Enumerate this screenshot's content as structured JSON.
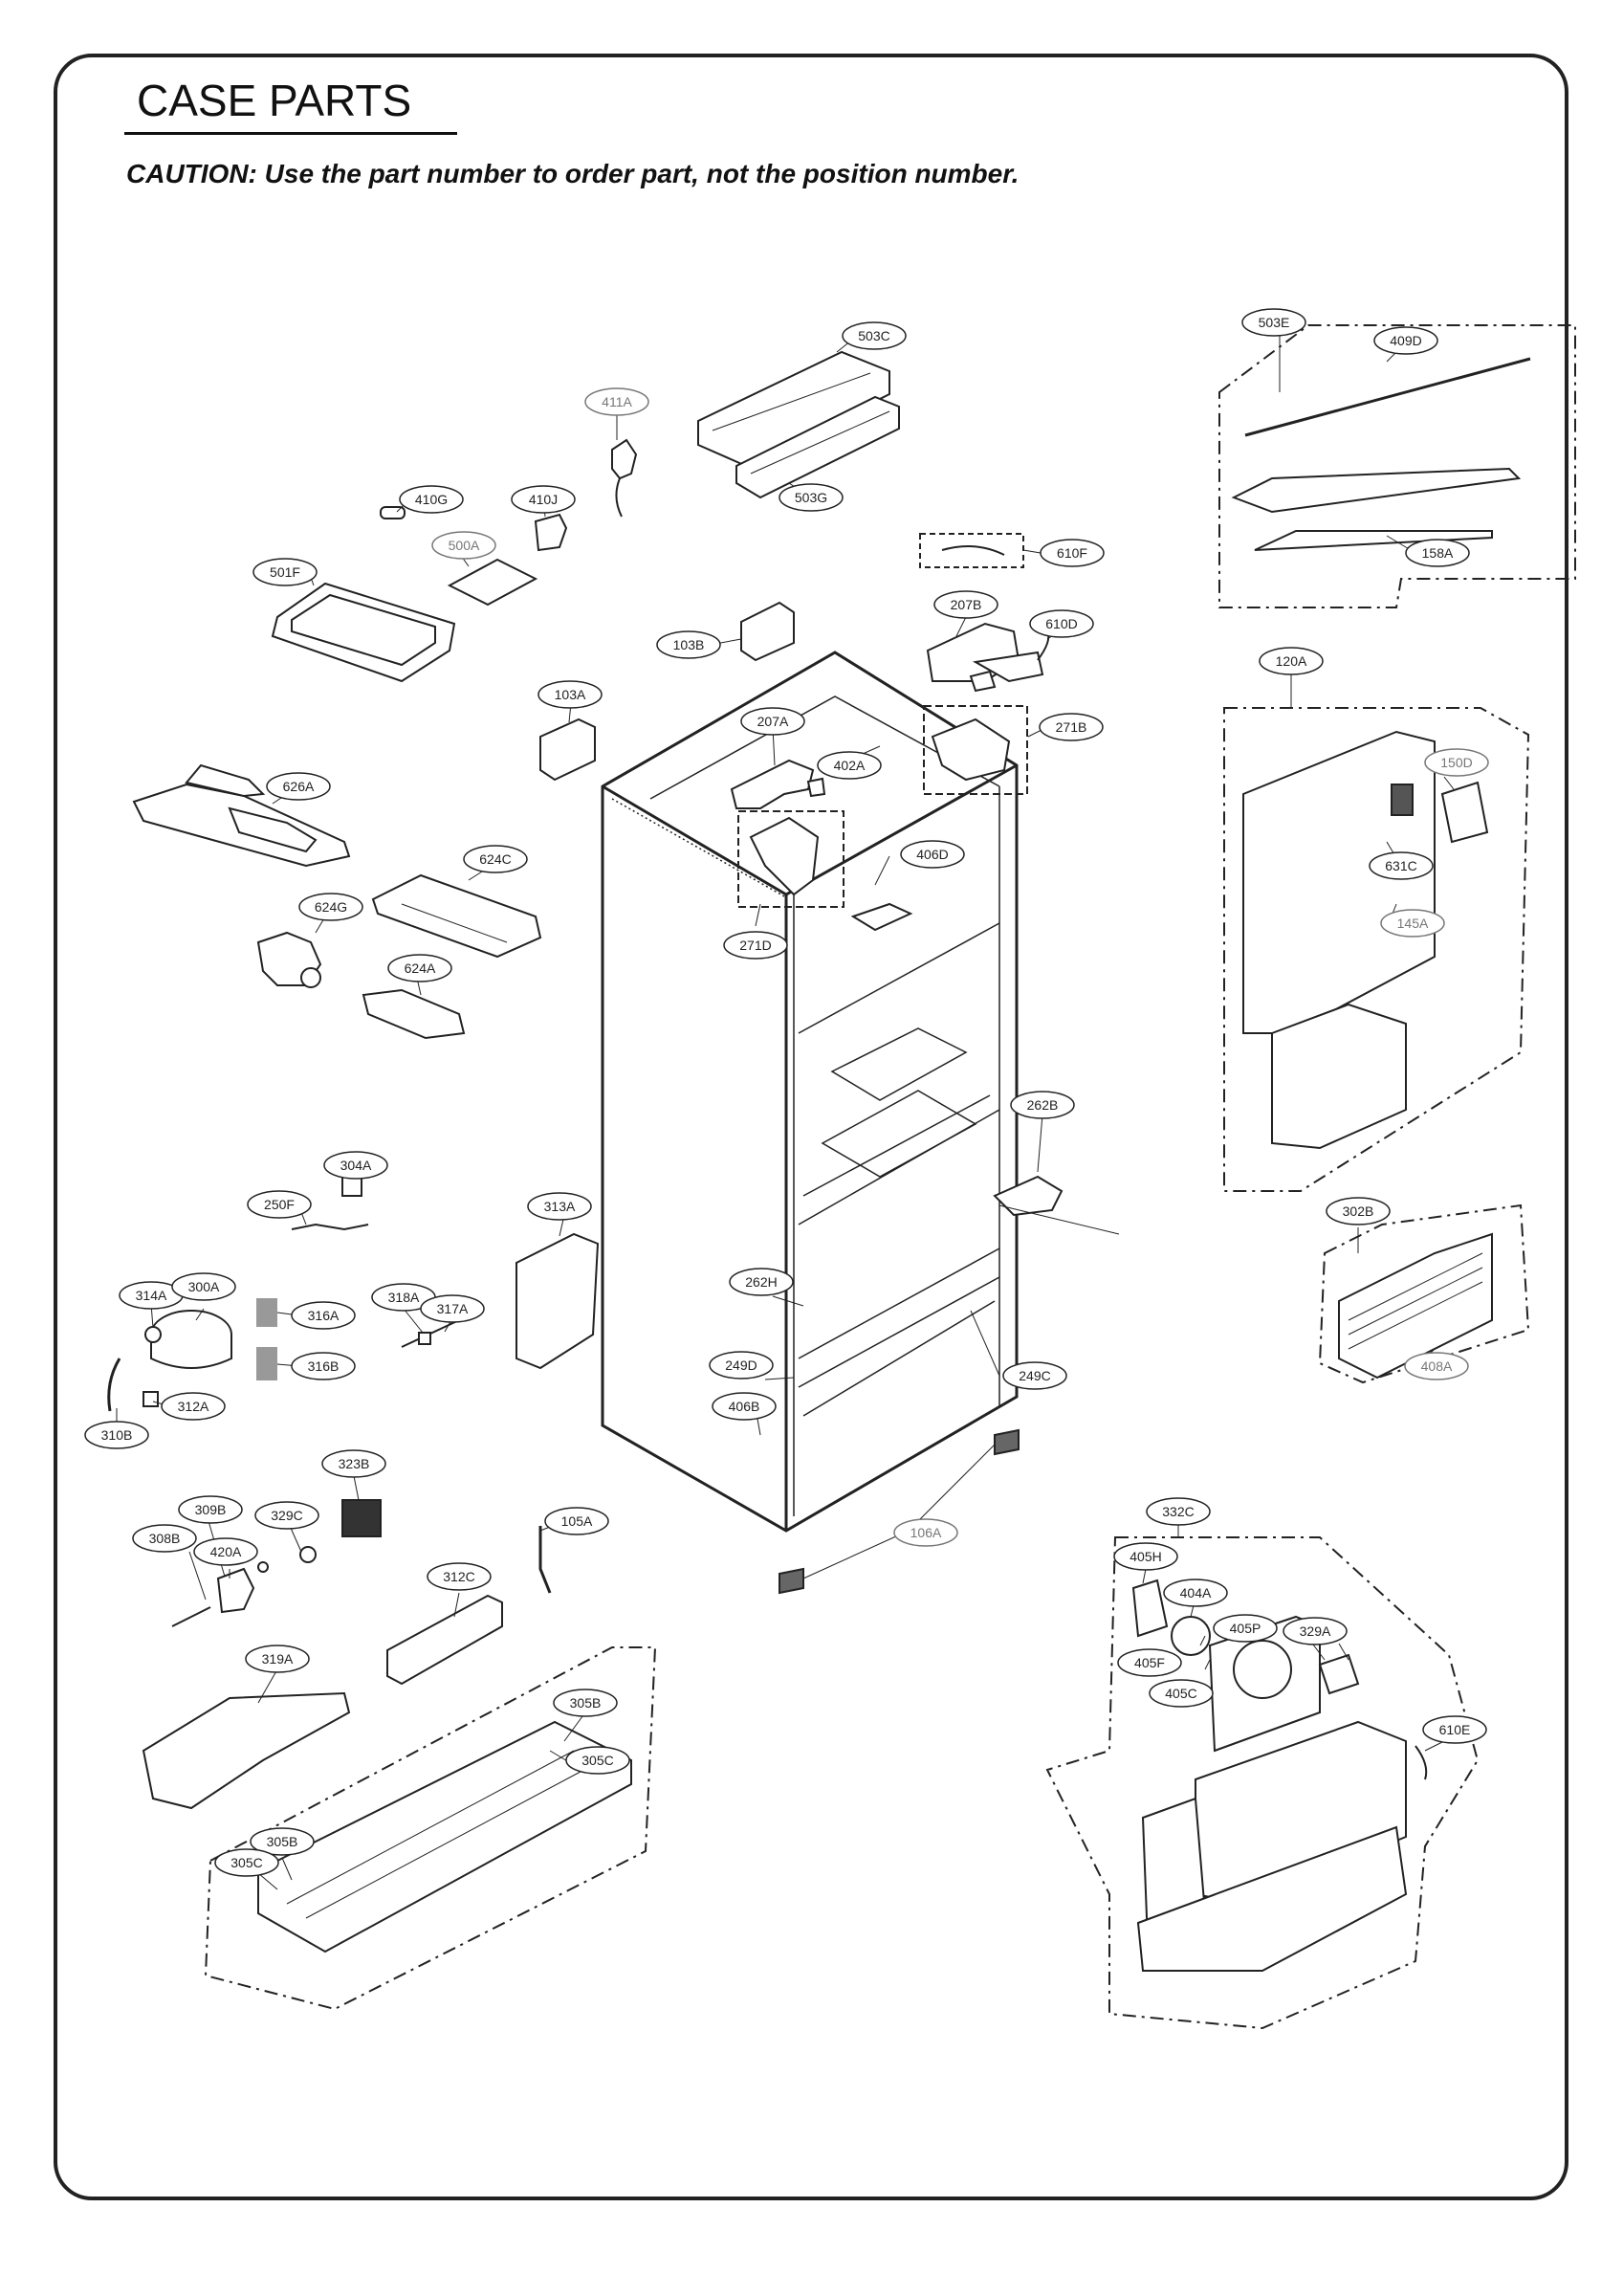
{
  "page": {
    "title": "CASE PARTS",
    "caution": "CAUTION: Use the part number to order part, not the position number."
  },
  "labels": {
    "p503C": "503C",
    "p503G": "503G",
    "p411A": "411A",
    "p410G": "410G",
    "p410J": "410J",
    "p500A": "500A",
    "p501F": "501F",
    "p103B": "103B",
    "p103A": "103A",
    "p610F": "610F",
    "p207B": "207B",
    "p610D": "610D",
    "p207A": "207A",
    "p402A": "402A",
    "p271B": "271B",
    "p406D": "406D",
    "p271D": "271D",
    "p626A": "626A",
    "p624C": "624C",
    "p624G": "624G",
    "p624A": "624A",
    "p503E": "503E",
    "p409D": "409D",
    "p158A": "158A",
    "p120A": "120A",
    "p150D": "150D",
    "p631C": "631C",
    "p145A": "145A",
    "p262B": "262B",
    "p302B": "302B",
    "p408A": "408A",
    "p304A": "304A",
    "p250F": "250F",
    "p313A": "313A",
    "p314A": "314A",
    "p300A": "300A",
    "p316A": "316A",
    "p318A": "318A",
    "p317A": "317A",
    "p316B": "316B",
    "p312A": "312A",
    "p310B": "310B",
    "p262H": "262H",
    "p249D": "249D",
    "p249C": "249C",
    "p406B": "406B",
    "p323B": "323B",
    "p309B": "309B",
    "p329C": "329C",
    "p308B": "308B",
    "p420A": "420A",
    "p105A": "105A",
    "p106A": "106A",
    "p312C": "312C",
    "p319A": "319A",
    "p305B": "305B",
    "p305C": "305C",
    "p305B2": "305B",
    "p305C2": "305C",
    "p332C": "332C",
    "p405H": "405H",
    "p404A": "404A",
    "p405P": "405P",
    "p329A": "329A",
    "p405F": "405F",
    "p405C": "405C",
    "p610E": "610E"
  }
}
